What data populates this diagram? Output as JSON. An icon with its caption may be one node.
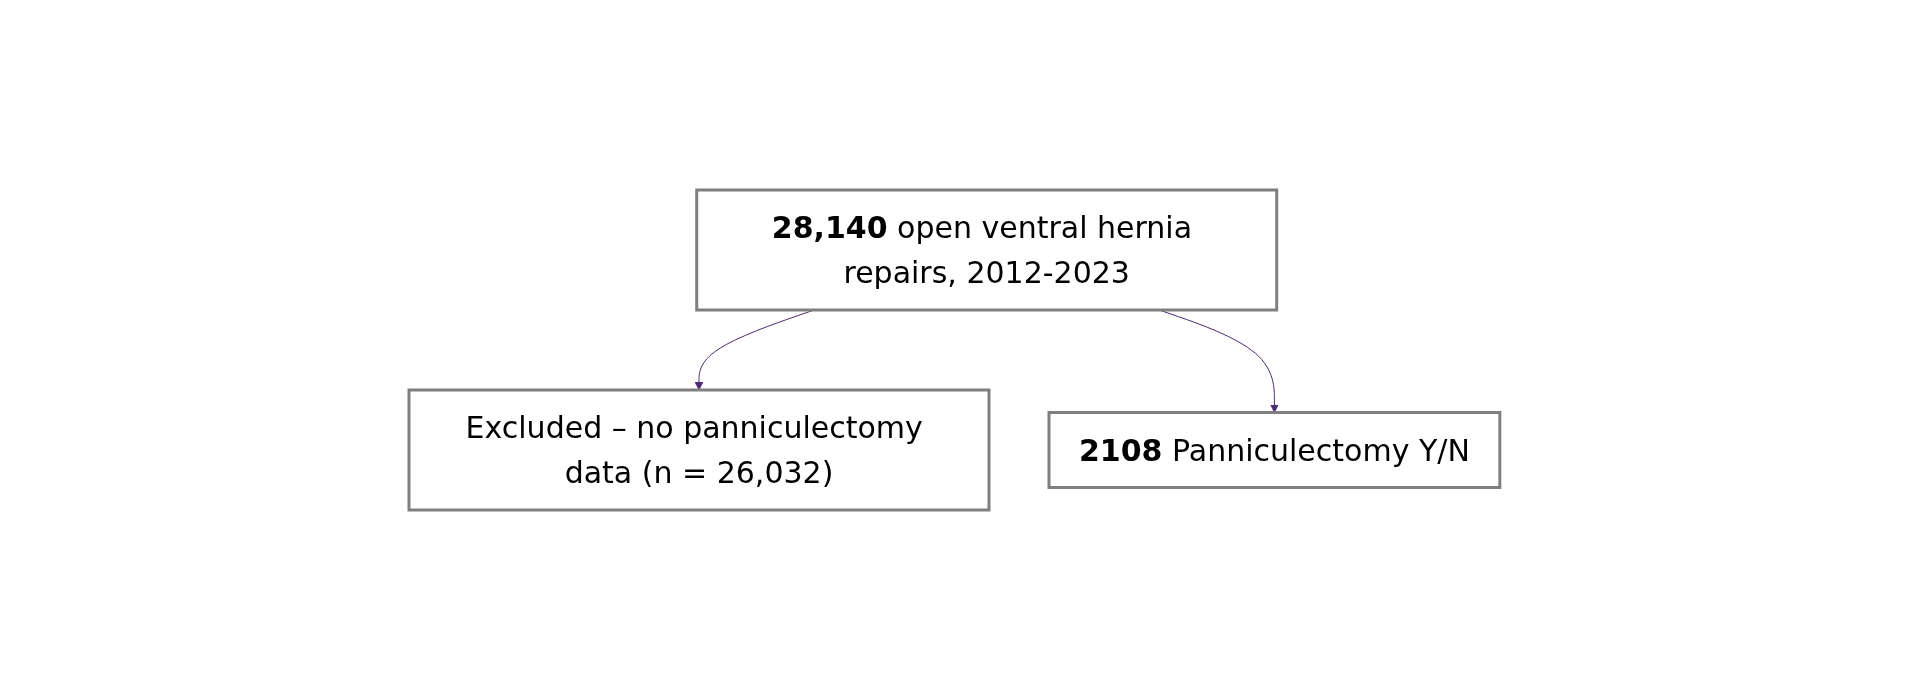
{
  "diagram": {
    "nodes": [
      {
        "text": [
          "**28,140** open ventral hernia repairs, 2012-2023"
        ]
      },
      {
        "text": [
          "Excluded – no panniculectomy data (n = 26,032)"
        ]
      },
      {
        "text": [
          "**2108** Panniculectomy Y/N"
        ]
      }
    ],
    "edges": [
      {
        "from": 0,
        "to": 1,
        "arrow": "to"
      },
      {
        "from": 0,
        "to": 2,
        "arrow": "to"
      }
    ]
  }
}
